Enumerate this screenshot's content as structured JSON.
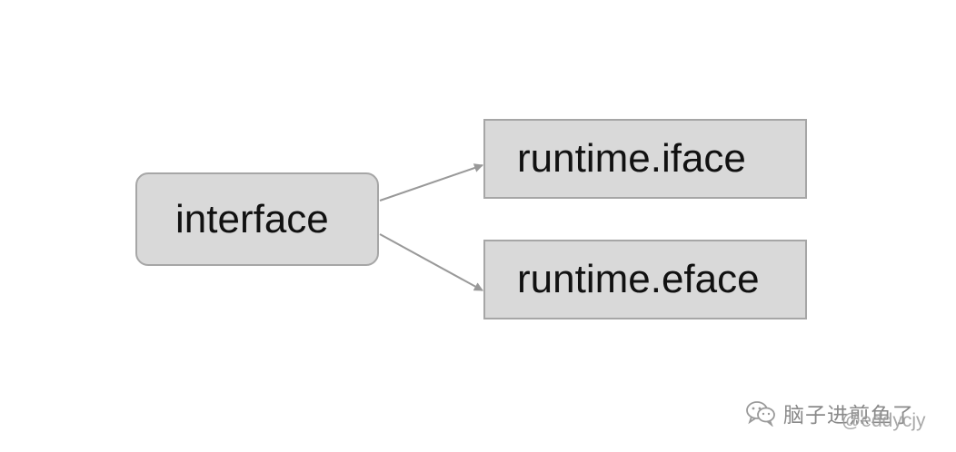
{
  "diagram": {
    "nodes": {
      "interface": "interface",
      "iface": "runtime.iface",
      "eface": "runtime.eface"
    },
    "edges": [
      {
        "from": "interface",
        "to": "runtime.iface"
      },
      {
        "from": "interface",
        "to": "runtime.eface"
      }
    ]
  },
  "watermark": {
    "icon": "wechat-icon",
    "account": "脑子进煎鱼了",
    "handle": "@eddycjy"
  },
  "colors": {
    "node_fill": "#d9d9d9",
    "node_border": "#a6a6a6",
    "arrow": "#999999",
    "text": "#111111"
  }
}
